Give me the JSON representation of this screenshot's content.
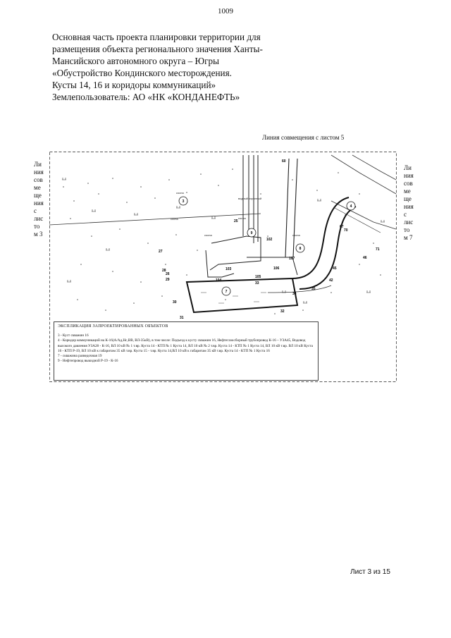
{
  "page_number": "1009",
  "title_lines": [
    "Основная часть проекта планировки территории для",
    "размещения объекта регионального значения Ханты-",
    "Мансийского автономного округа – Югры",
    "«Обустройство Кондинского месторождения.",
    "Кусты 14, 16 и коридоры коммуникаций»",
    "Землепользователь: АО «НК «КОНДАНЕФТЬ»"
  ],
  "match_line_top": "Линия совмещения с листом 5",
  "match_line_left": [
    "Ли",
    "ния",
    "сов",
    "ме",
    "ще",
    "ния",
    "с",
    "лис",
    "то",
    "м 3"
  ],
  "match_line_right": [
    "Ли",
    "ния",
    "сов",
    "ме",
    "ще",
    "ния",
    "с",
    "лис",
    "то",
    "м 7"
  ],
  "map_labels": {
    "points": [
      "60",
      "25",
      "26",
      "27",
      "28",
      "29",
      "30",
      "31",
      "32",
      "33",
      "34",
      "35",
      "42",
      "45",
      "46",
      "67",
      "70",
      "71",
      "102",
      "103",
      "104",
      "105",
      "106",
      "107"
    ],
    "circles": [
      "3",
      "9",
      "8",
      "4",
      "7"
    ],
    "small": [
      "сосна",
      "сосна",
      "сосна",
      "сосна",
      "сосна",
      "водный охранный"
    ]
  },
  "legend": {
    "heading": "ЭКСПЛИКАЦИЯ ЗАПРОЕКТИРОВАННЫХ ОБЪЕКТОВ",
    "items": [
      "3 - Куст скважин 16",
      "4 - Коридор коммуникаций на К-16(А/Ад,Нс,ВВ, ВЛ-35кВ), в том числе: Подъезд к кусту скважин 16, Нефтегазосборный трубопровод К-16 – УЗА45, Водовод высокого давления УЗА28 - К-16, ВЛ 10 кВ № 1 т.вр. Куста 14 - КТП № 1 Куста 14, ВЛ 10 кВ № 2 т.вр. Куста 14 - КТП № 1 Куста 14, ВЛ 10 кВ т.вр. ВЛ 10 кВ Куста 16 - КТП Р-19, ВЛ 10 кВ к габаритам 35 кВ т.вр. Куста 15 - т.вр. Куста 14,ВЛ 10 кВ к габаритам 35 кВ т.вр. Куста 14 - КТП № 1 Куста 16",
      "7 - скважина разведочная 19",
      "9 - Нефтепровод выкидной Р-19 - К-16"
    ]
  },
  "sheet_label": "Лист 3 из 15"
}
